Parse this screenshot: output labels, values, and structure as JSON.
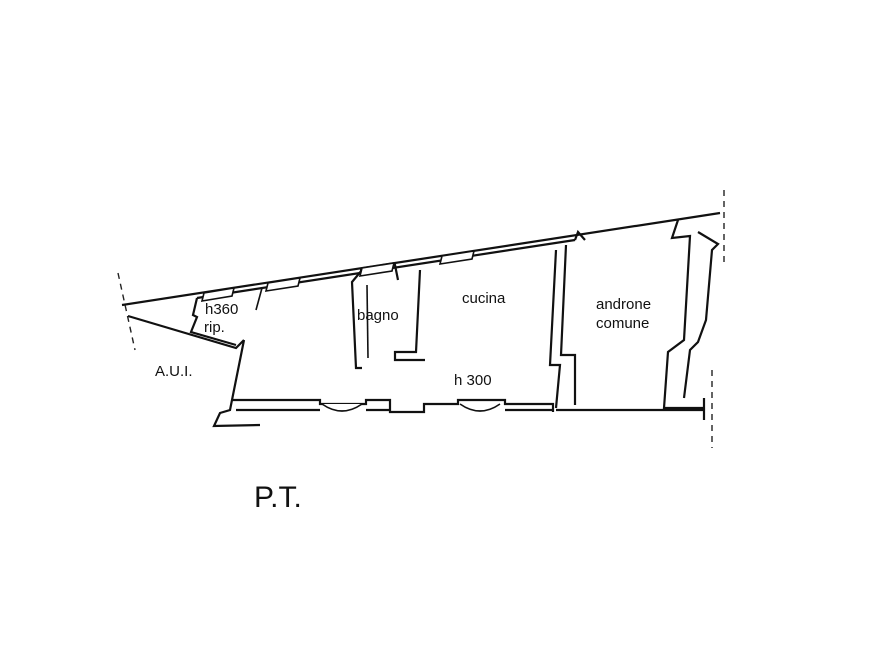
{
  "rooms": {
    "ripostiglio_height": "h360",
    "ripostiglio": "rip.",
    "aui": "A.U.I.",
    "bagno": "bagno",
    "cucina": "cucina",
    "androne_line1": "androne",
    "androne_line2": "comune",
    "cucina_height": "h 300"
  },
  "floor_label": "P.T."
}
